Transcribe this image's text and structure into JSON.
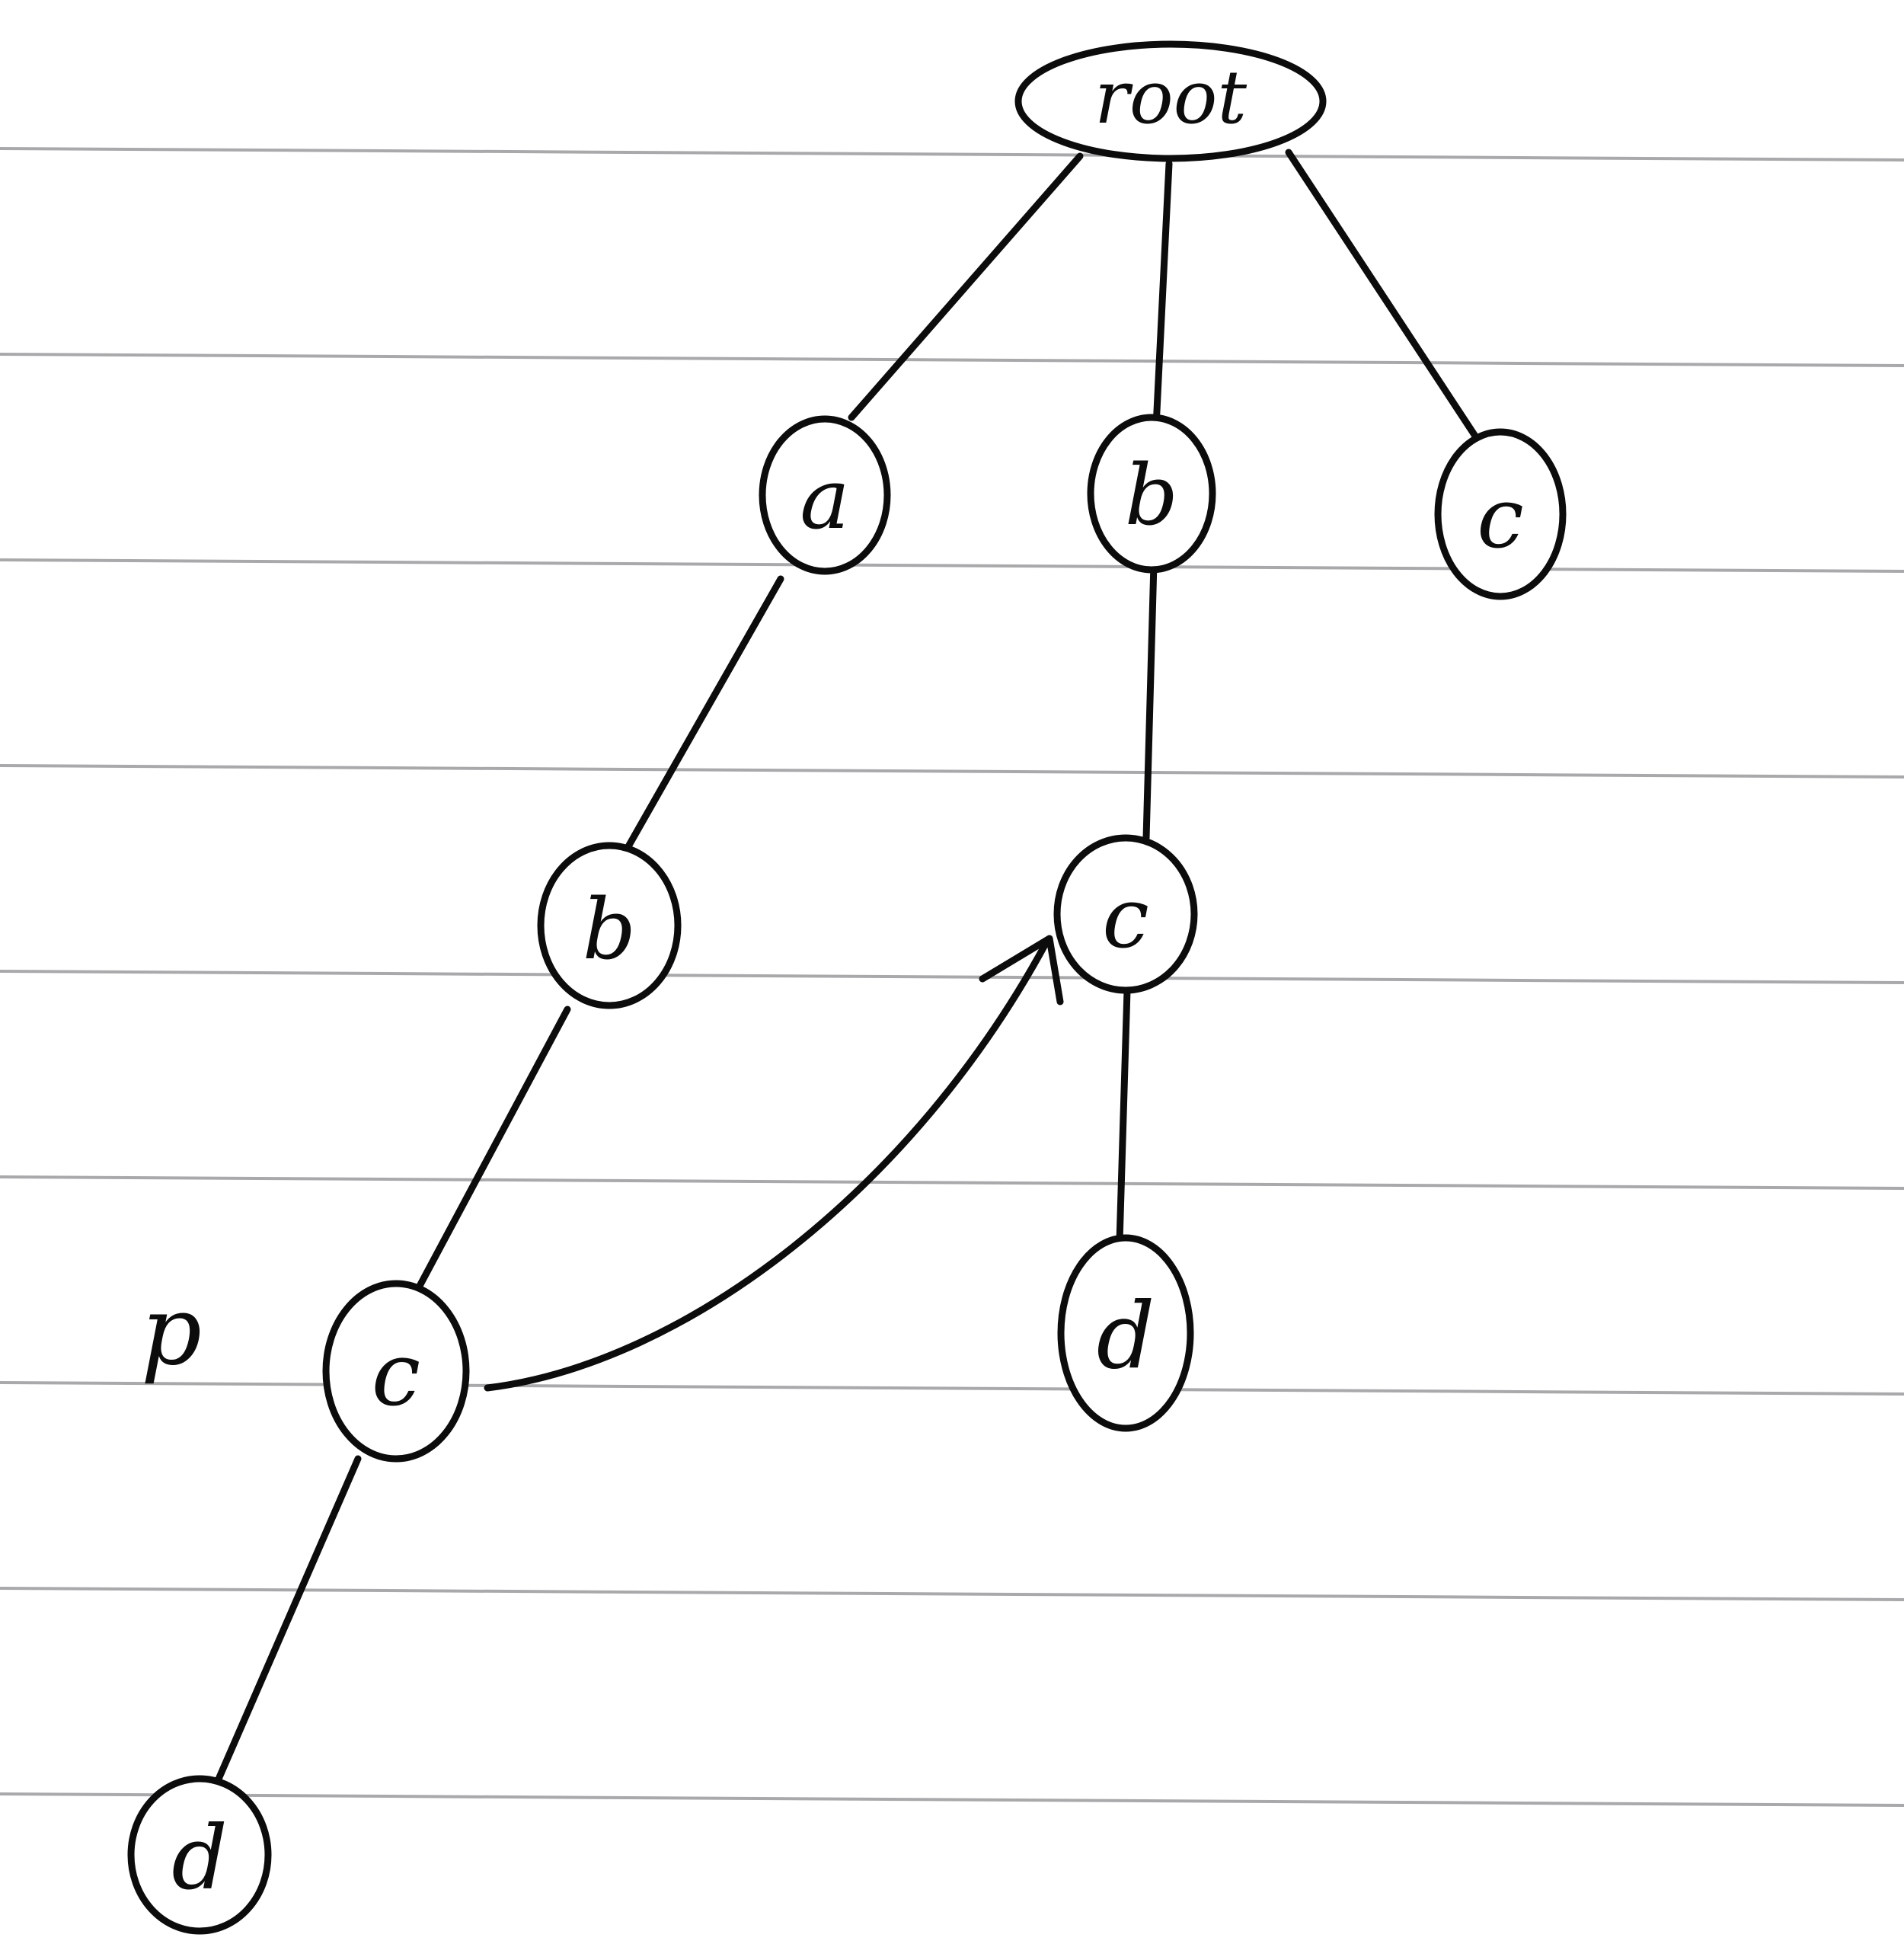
{
  "colors": {
    "ink": "#0c0c0c",
    "paper": "#ffffff",
    "ruled_line": "#a9a9ab"
  },
  "diagram": {
    "type": "trie",
    "nodes": {
      "root": {
        "label": "root"
      },
      "a": {
        "label": "a"
      },
      "b": {
        "label": "b"
      },
      "c": {
        "label": "c"
      },
      "ab": {
        "label": "b"
      },
      "abc": {
        "label": "c"
      },
      "abcd": {
        "label": "d"
      },
      "bc": {
        "label": "c"
      },
      "bcd": {
        "label": "d"
      }
    },
    "edges": [
      {
        "from": "root",
        "to": "a"
      },
      {
        "from": "root",
        "to": "b"
      },
      {
        "from": "root",
        "to": "c"
      },
      {
        "from": "a",
        "to": "ab"
      },
      {
        "from": "ab",
        "to": "abc"
      },
      {
        "from": "abc",
        "to": "abcd"
      },
      {
        "from": "b",
        "to": "bc"
      },
      {
        "from": "bc",
        "to": "bcd"
      }
    ],
    "fail_pointer": {
      "from": "abc",
      "to": "bc",
      "style": "curved-arrow"
    },
    "pointer_label": "p"
  }
}
